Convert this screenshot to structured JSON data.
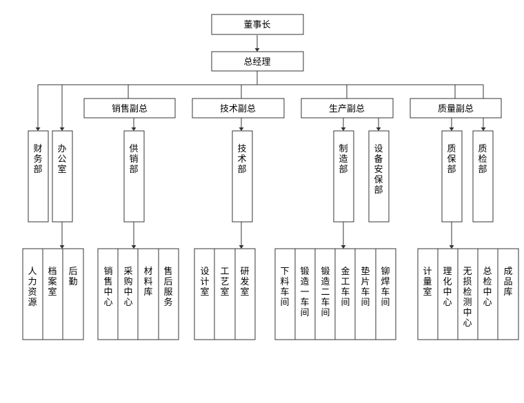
{
  "chairman": "董事长",
  "general_manager": "总经理",
  "gm_direct": [
    "财务部",
    "办公室"
  ],
  "office_sections": [
    "人力资源",
    "档案室",
    "后勤"
  ],
  "vps": [
    {
      "title": "销售副总",
      "depts": [
        "供销部"
      ],
      "sections": [
        "销售中心",
        "采购中心",
        "材料库",
        "售后服务"
      ]
    },
    {
      "title": "技术副总",
      "depts": [
        "技术部"
      ],
      "sections": [
        "设计室",
        "工艺室",
        "研发室"
      ]
    },
    {
      "title": "生产副总",
      "depts": [
        "制造部",
        "设备安保部"
      ],
      "sections": [
        "下料车间",
        "锻造一车间",
        "锻造二车间",
        "金工车间",
        "垫片车间",
        "铆焊车间"
      ]
    },
    {
      "title": "质量副总",
      "depts": [
        "质保部",
        "质检部"
      ],
      "sections": [
        "计量室",
        "理化中心",
        "无损检测中心",
        "总检中心",
        "成品库"
      ]
    }
  ]
}
